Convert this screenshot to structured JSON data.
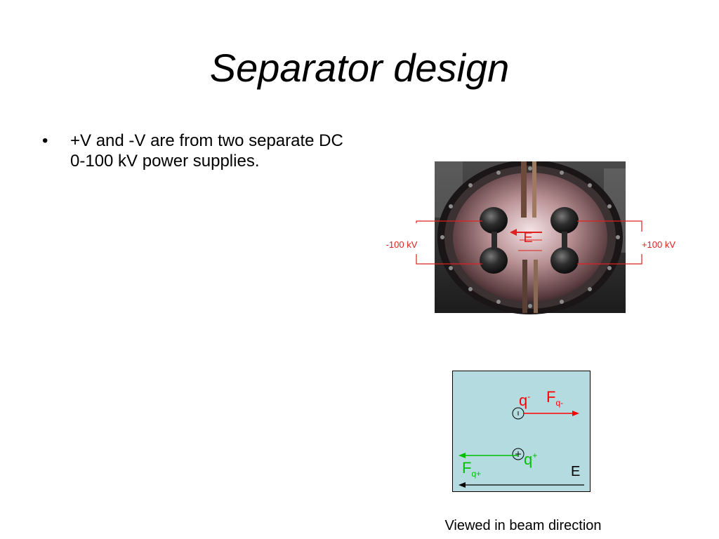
{
  "slide": {
    "title": "Separator design",
    "bullets": [
      {
        "marker": "•",
        "text": "+V and -V are from two separate DC 0-100 kV  power supplies."
      }
    ],
    "caption": "Viewed in beam direction"
  },
  "photo": {
    "left_voltage": "-100 kV",
    "right_voltage": "+100 kV",
    "field_label": "E",
    "annotation_color": "#e0201e"
  },
  "diagram": {
    "background": "#b3dbe0",
    "q_minus": {
      "base": "q",
      "sup": "-"
    },
    "F_q_minus": {
      "base": "F",
      "sub": "q-"
    },
    "q_plus": {
      "base": "q",
      "sup": "+"
    },
    "F_q_plus": {
      "base": "F",
      "sub": "q+"
    },
    "field_label": "E",
    "colors": {
      "negative": "#ff0000",
      "positive": "#00c000",
      "field": "#000000"
    }
  }
}
